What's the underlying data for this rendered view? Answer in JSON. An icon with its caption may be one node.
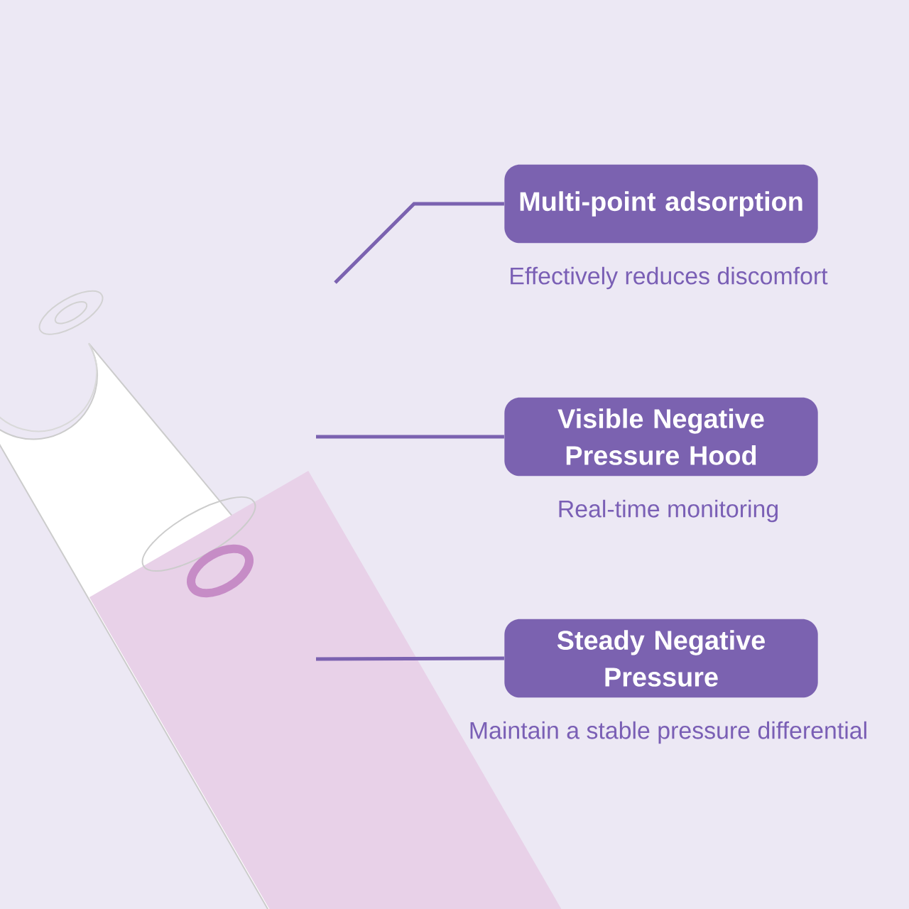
{
  "diagram": {
    "nodes": [
      {
        "text": [
          "Multi-point adsorption"
        ],
        "beside": [
          "Effectively reduces discomfort"
        ]
      },
      {
        "text": [
          "Visible Negative Pressure Hood"
        ],
        "beside": [
          "Real-time monitoring"
        ]
      },
      {
        "text": [
          "Steady Negative Pressure"
        ],
        "beside": [
          "Maintain a stable pressure differential"
        ]
      }
    ],
    "edges": [
      {
        "from": 0,
        "to": null,
        "arrow": "none"
      },
      {
        "from": 1,
        "to": null,
        "arrow": "none"
      },
      {
        "from": 2,
        "to": null,
        "arrow": "none"
      }
    ]
  }
}
